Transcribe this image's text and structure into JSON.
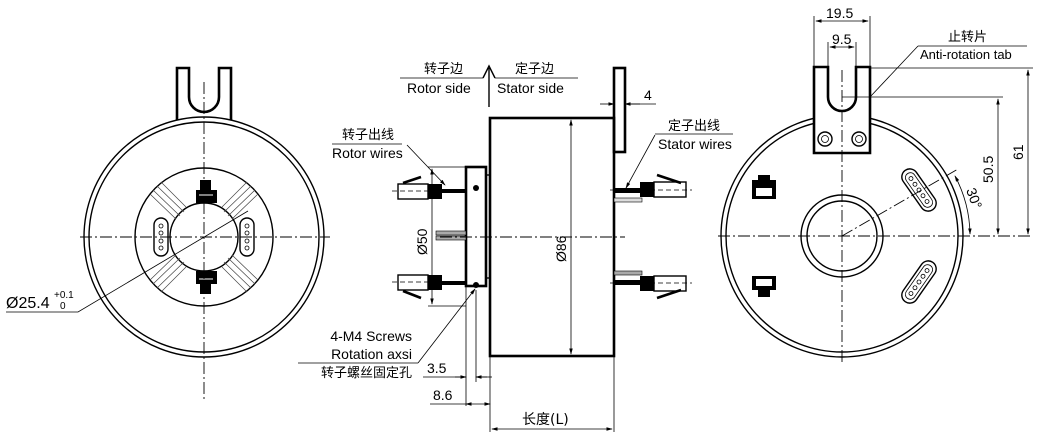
{
  "drawing": {
    "left_view": {
      "bore_dim": "Ø25.4",
      "bore_tol_upper": "+0.1",
      "bore_tol_lower": "0"
    },
    "side_view": {
      "rotor_side_cn": "转子边",
      "rotor_side_en": "Rotor side",
      "stator_side_cn": "定子边",
      "stator_side_en": "Stator side",
      "rotor_wires_cn": "转子出线",
      "rotor_wires_en": "Rotor wires",
      "stator_wires_cn": "定子出线",
      "stator_wires_en": "Stator wires",
      "screws_en": "4-M4 Screws",
      "rotation_en": "Rotation axsi",
      "screws_cn": "转子螺丝固定孔",
      "dim_tab_thickness": "4",
      "dim_flange_dia": "Ø50",
      "dim_body_dia": "Ø86",
      "dim_3_5": "3.5",
      "dim_8_6": "8.6",
      "dim_length": "长度(L)"
    },
    "right_view": {
      "tab_cn": "止转片",
      "tab_en": "Anti-rotation tab",
      "dim_tab_width": "19.5",
      "dim_slot_width": "9.5",
      "dim_slot_height": "50.5",
      "dim_tab_height": "61",
      "dim_angle": "30°"
    }
  }
}
